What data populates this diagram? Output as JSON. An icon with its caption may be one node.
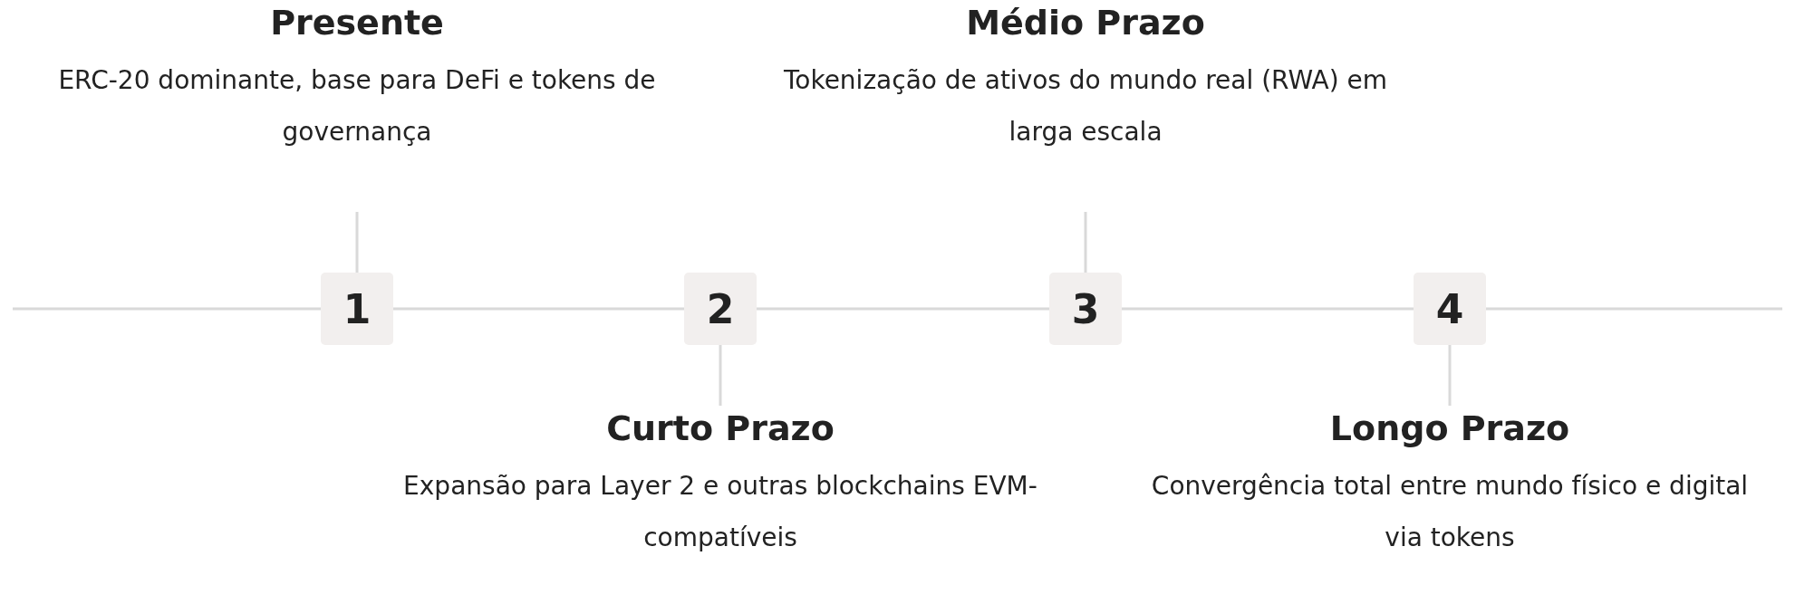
{
  "diagram": {
    "nodes": [
      {
        "text": [
          "1"
        ]
      },
      {
        "text": [
          "Presente",
          "ERC-20 dominante, base para DeFi e tokens de governança"
        ]
      },
      {
        "text": [
          "2"
        ]
      },
      {
        "text": [
          "Curto Prazo",
          "Expansão para Layer 2 e outras blockchains EVM-compatíveis"
        ]
      },
      {
        "text": [
          "3"
        ]
      },
      {
        "text": [
          "Médio Prazo",
          "Tokenização de ativos do mundo real (RWA) em larga escala"
        ]
      },
      {
        "text": [
          "4"
        ]
      },
      {
        "text": [
          "Longo Prazo",
          "Convergência total entre mundo físico e digital via tokens"
        ]
      }
    ],
    "edges": [
      {
        "from": null,
        "to": 0,
        "arrow": "none"
      },
      {
        "from": 0,
        "to": 2,
        "arrow": "none"
      },
      {
        "from": 2,
        "to": 4,
        "arrow": "none"
      },
      {
        "from": 4,
        "to": 6,
        "arrow": "none"
      },
      {
        "from": 6,
        "to": null,
        "arrow": "none"
      },
      {
        "from": 0,
        "to": 1,
        "arrow": "none"
      },
      {
        "from": 2,
        "to": 3,
        "arrow": "none"
      },
      {
        "from": 4,
        "to": 5,
        "arrow": "none"
      },
      {
        "from": 6,
        "to": 7,
        "arrow": "none"
      }
    ]
  }
}
